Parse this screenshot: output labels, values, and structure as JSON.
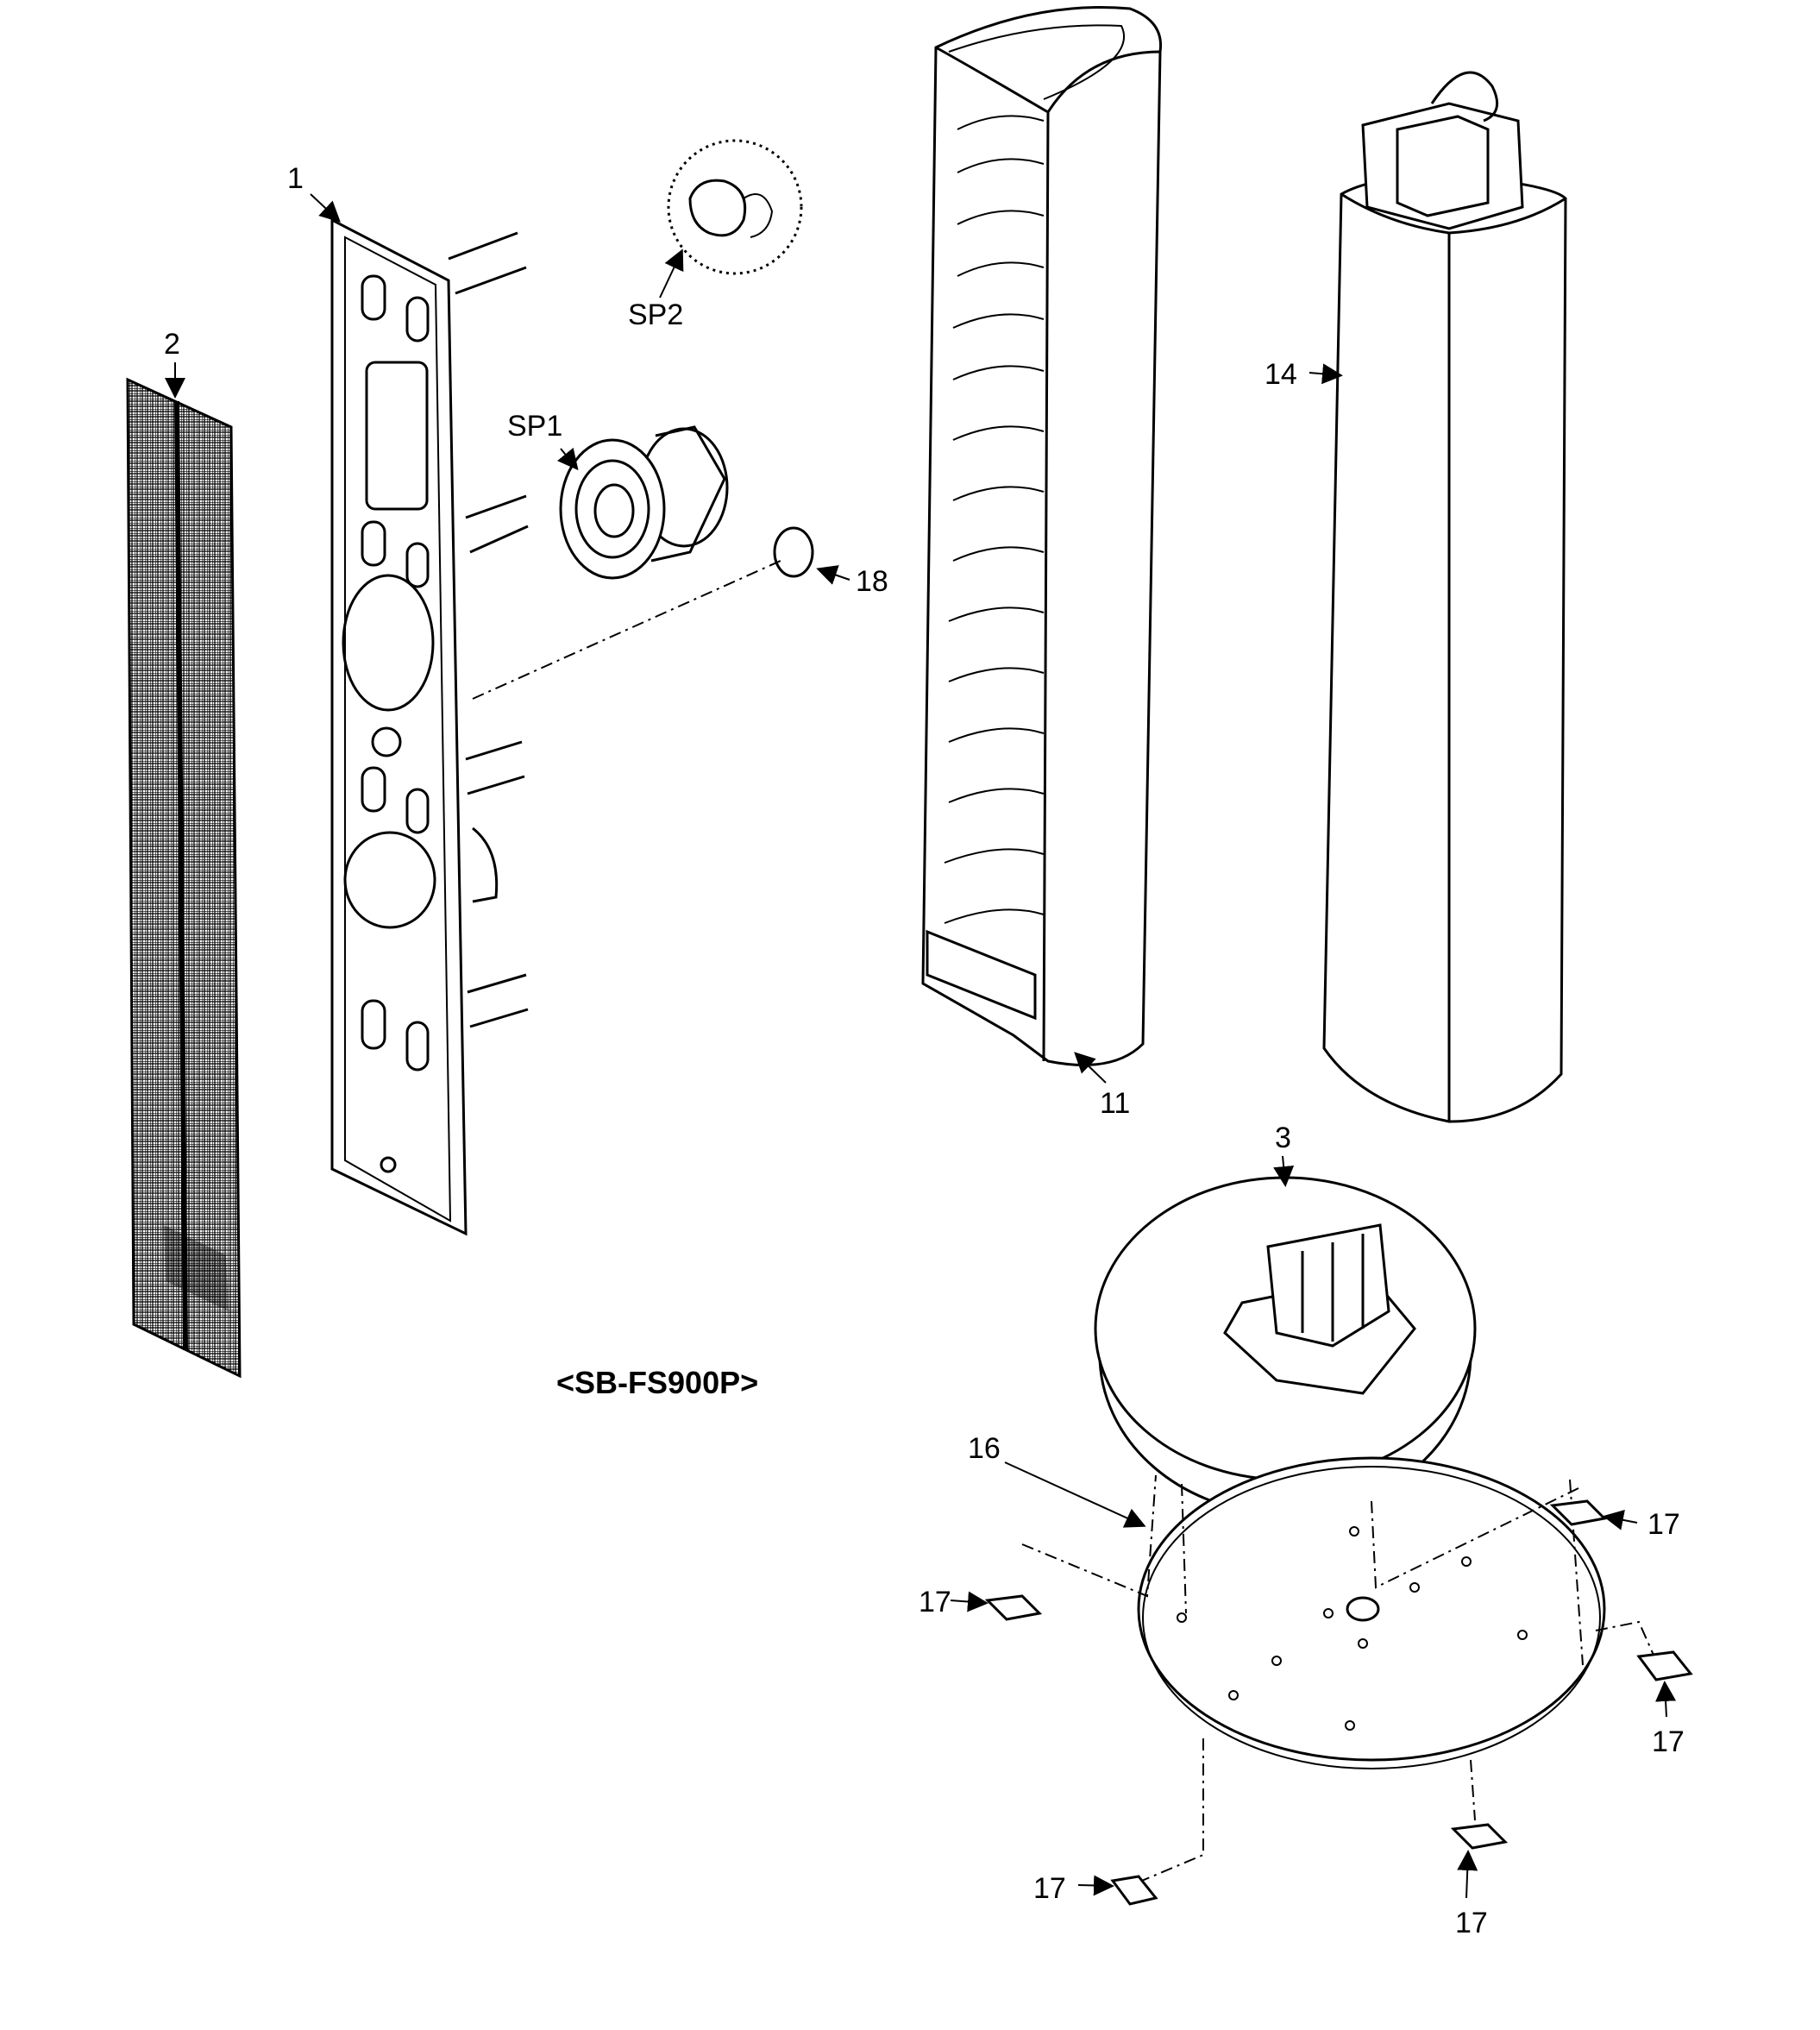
{
  "model_label": "<SB-FS900P>",
  "parts": {
    "p1": "1",
    "p2": "2",
    "p3": "3",
    "p11": "11",
    "p14": "14",
    "p16": "16",
    "p17a": "17",
    "p17b": "17",
    "p17c": "17",
    "p17d": "17",
    "p17e": "17",
    "p18": "18",
    "sp1": "SP1",
    "sp2": "SP2"
  }
}
